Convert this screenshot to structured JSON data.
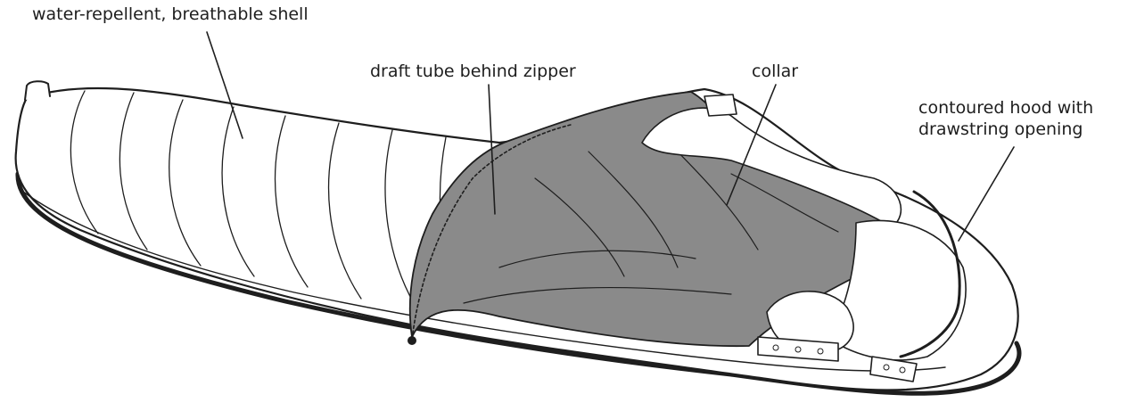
{
  "labels": {
    "shell": "water-repellent, breathable shell",
    "draft_tube": "draft tube behind zipper",
    "collar": "collar",
    "hood": {
      "line1": "contoured hood with",
      "line2": "drawstring opening"
    }
  },
  "colors": {
    "outline": "#1e1e1e",
    "shell_fill": "#ffffff",
    "lining_fill": "#8a8a8a",
    "label_text": "#1e1e1e"
  }
}
